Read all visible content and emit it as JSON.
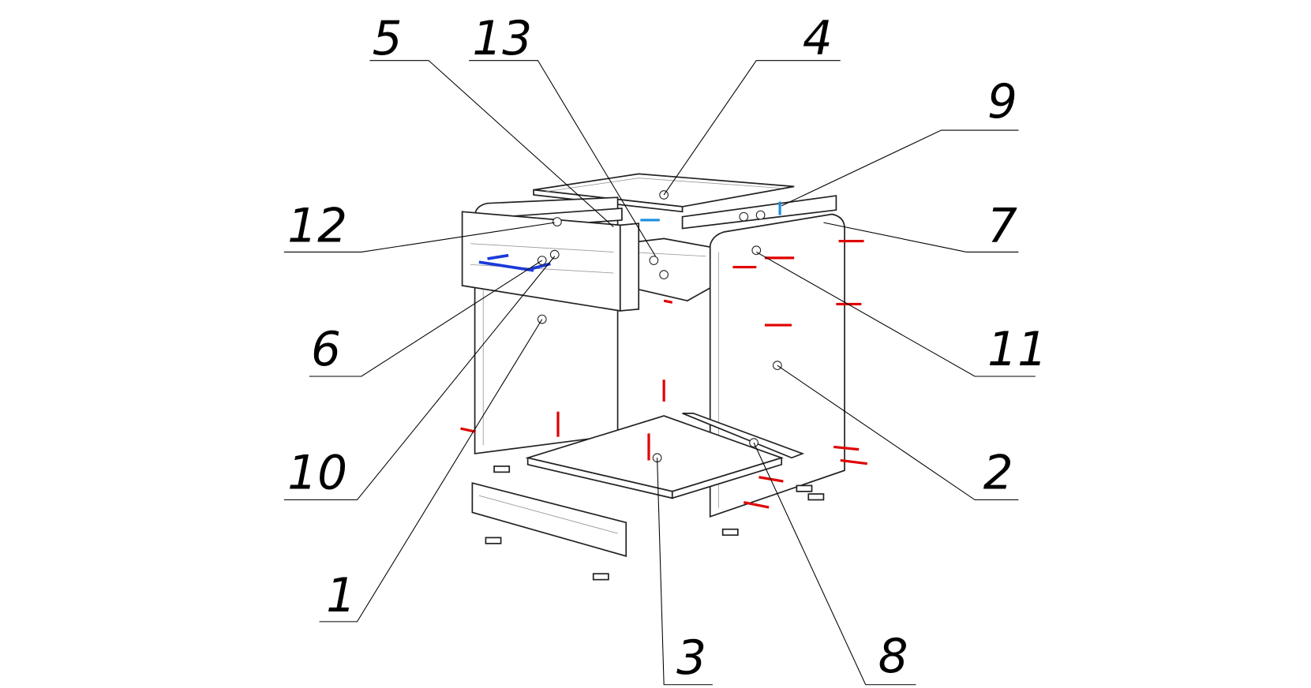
{
  "diagram": {
    "labels": [
      {
        "id": "5",
        "text": "5"
      },
      {
        "id": "13",
        "text": "13"
      },
      {
        "id": "4",
        "text": "4"
      },
      {
        "id": "9",
        "text": "9"
      },
      {
        "id": "12",
        "text": "12"
      },
      {
        "id": "7",
        "text": "7"
      },
      {
        "id": "6",
        "text": "6"
      },
      {
        "id": "11",
        "text": "11"
      },
      {
        "id": "10",
        "text": "10"
      },
      {
        "id": "2",
        "text": "2"
      },
      {
        "id": "1",
        "text": "1"
      },
      {
        "id": "3",
        "text": "3"
      },
      {
        "id": "8",
        "text": "8"
      }
    ],
    "colors": {
      "fastener_red": "#e00000",
      "fastener_blue": "#1a3ad8",
      "fastener_lightblue": "#1a8de0",
      "line": "#000000"
    }
  }
}
